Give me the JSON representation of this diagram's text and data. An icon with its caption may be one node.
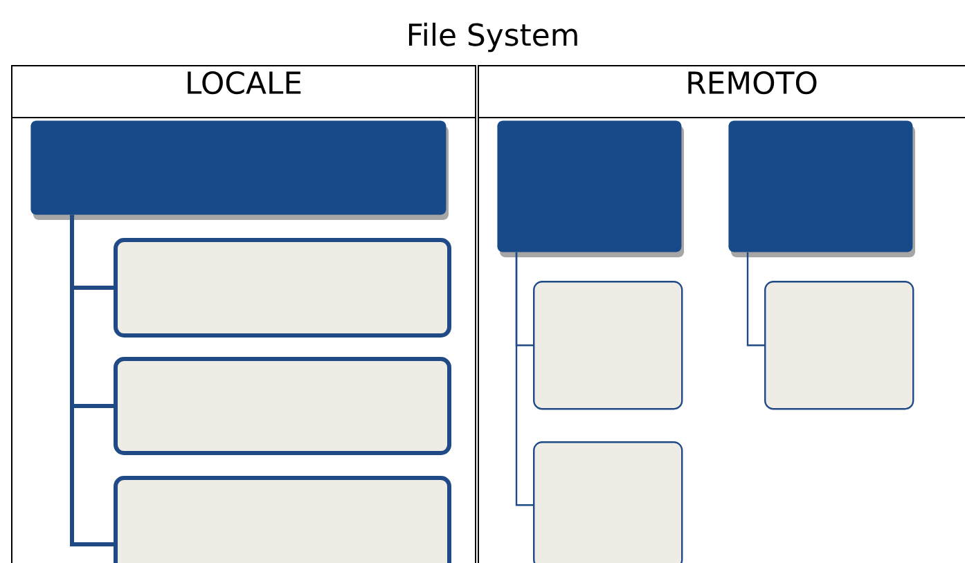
{
  "diagram": {
    "title": "File System",
    "nodes": [
      {
        "text": [
          "LOCALE"
        ]
      },
      {
        "text": [
          "REMOTO"
        ]
      },
      {
        "text": [],
        "shape": "box",
        "in": 0
      },
      {
        "text": [],
        "shape": "box",
        "in": 0
      },
      {
        "text": [],
        "shape": "box",
        "in": 0
      },
      {
        "text": [],
        "shape": "box",
        "in": 0
      },
      {
        "text": [],
        "shape": "box",
        "in": 1
      },
      {
        "text": [],
        "shape": "box",
        "in": 1
      },
      {
        "text": [],
        "shape": "box",
        "in": 1
      },
      {
        "text": [],
        "shape": "box",
        "in": 1
      },
      {
        "text": [],
        "shape": "box",
        "in": 1
      }
    ],
    "edges": [
      {
        "from": 2,
        "to": 3,
        "arrow": "none",
        "style": "thick"
      },
      {
        "from": 2,
        "to": 4,
        "arrow": "none",
        "style": "thick"
      },
      {
        "from": 2,
        "to": 5,
        "arrow": "none",
        "style": "thick"
      },
      {
        "from": 6,
        "to": 8,
        "arrow": "none"
      },
      {
        "from": 6,
        "to": 9,
        "arrow": "none"
      },
      {
        "from": 7,
        "to": 10,
        "arrow": "none"
      }
    ]
  }
}
